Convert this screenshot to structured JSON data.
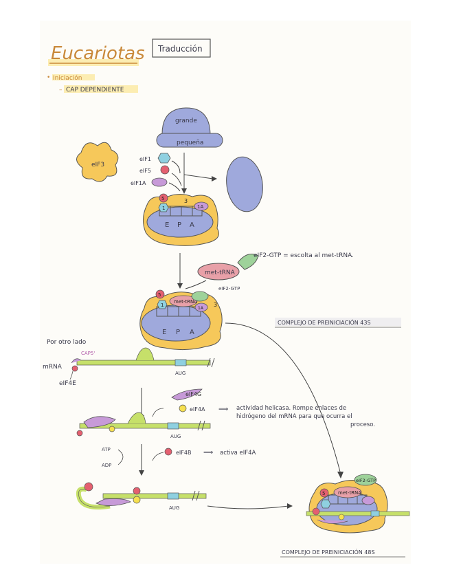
{
  "header": {
    "title": "Eucariotas",
    "tag": "Traducción",
    "bullet1": "Iniciación",
    "bullet2": "CAP DEPENDIENTE"
  },
  "ribosome": {
    "large": "grande",
    "small": "pequeña"
  },
  "factors": {
    "eif3": "eIF3",
    "eif1": "eIF1",
    "eif5": "eIF5",
    "eif1a": "eIF1A",
    "sub_3": "3",
    "sub_5": "5",
    "sub_1": "1",
    "sub_1a": "1A"
  },
  "sites": {
    "e": "E",
    "p": "P",
    "a": "A"
  },
  "step2": {
    "eif2gtp_note": "eIF2-GTP = escolta al met-tRNA.",
    "met_trna": "met-tRNA",
    "eif2gtp": "eIF2-GTP",
    "complex43": "COMPLEJO DE PREINICIACIÓN 43S"
  },
  "mrna": {
    "other_side": "Por otro lado",
    "cap5": "CAP5'",
    "mrna_label": "mRNA",
    "eif4e": "eIF4E",
    "aug": "AUG",
    "eif4g": "eIF4G",
    "eif4a": "eIF4A",
    "helicase_note_1": "actividad helicasa. Rompe enlaces de",
    "helicase_note_2": "hidrógeno del mRNA para que ocurra el",
    "helicase_note_3": "proceso.",
    "atp": "ATP",
    "adp": "ADP",
    "eif4b": "eIF4B",
    "eif4b_note": "activa eIF4A",
    "complex48": "COMPLEJO DE PREINICIACIÓN 48S"
  },
  "colors": {
    "ribosome_blue": "#9fa9dc",
    "eif3_yellow": "#f6c85a",
    "mrna_green": "#c6e06a",
    "eif4g_purple": "#c79ad8",
    "eif2_green": "#9ed29a",
    "met_pink": "#e8a0a8",
    "eif5_red": "#e46070",
    "eif1_cyan": "#8fd0e0"
  }
}
